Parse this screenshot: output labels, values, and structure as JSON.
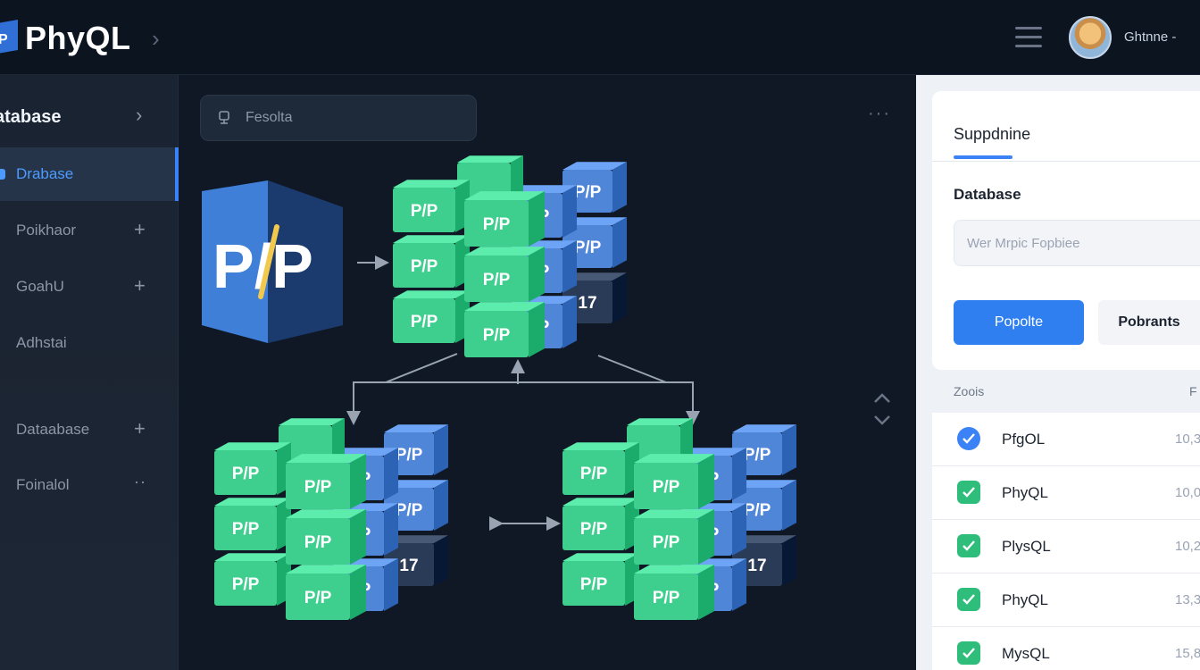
{
  "topbar": {
    "app_title": "PhyQL",
    "user_name": "Ghtnne -"
  },
  "sidebar": {
    "header": "atabase",
    "items": [
      {
        "label": "Drabase",
        "active": true,
        "trailing": ""
      },
      {
        "label": "Poikhaor",
        "active": false,
        "trailing": "+"
      },
      {
        "label": "GoahU",
        "active": false,
        "trailing": "+"
      },
      {
        "label": "Adhstai",
        "active": false,
        "trailing": ""
      },
      {
        "label": "Dataabase",
        "active": false,
        "trailing": "+"
      },
      {
        "label": "Foinalol",
        "active": false,
        "trailing": "··"
      }
    ]
  },
  "main": {
    "search_placeholder": "Fesolta",
    "logo_text": "P/P",
    "block_label": "P/P",
    "faded_block_label": "17"
  },
  "panel": {
    "tab_label": "Suppdnine",
    "section_label": "Database",
    "input_placeholder": "Wer Mrpic Fopbiee",
    "primary_button": "Popolte",
    "secondary_button": "Pobrants",
    "list_header_name": "Zoois",
    "list_header_value": "F",
    "rows": [
      {
        "name": "PfgOL",
        "value": "10,3",
        "check": "round"
      },
      {
        "name": "PhyQL",
        "value": "10,0",
        "check": "square"
      },
      {
        "name": "PlysQL",
        "value": "10,2",
        "check": "square"
      },
      {
        "name": "PhyQL",
        "value": "13,3",
        "check": "square"
      },
      {
        "name": "MysQL",
        "value": "15,8",
        "check": "square"
      }
    ]
  },
  "colors": {
    "accent_blue": "#3b82f6",
    "cube_green": "#3ecf8e",
    "cube_blue": "#4f86d8",
    "check_green": "#2ebd7a"
  }
}
